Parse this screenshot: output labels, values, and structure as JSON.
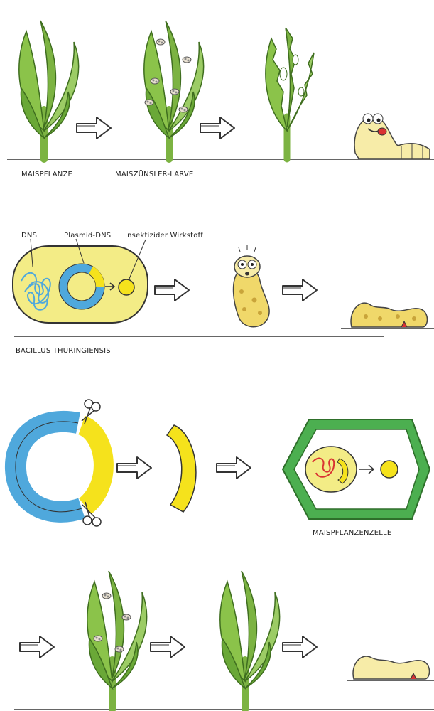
{
  "panel1": {
    "label_plant": "MAISPFLANZE",
    "label_larva": "MAISZÜNSLER-LARVE"
  },
  "panel2": {
    "label_dns": "DNS",
    "label_plasmid": "Plasmid-DNS",
    "label_toxin": "Insektizider Wirkstoff",
    "label_bacterium": "BACILLUS THURINGIENSIS"
  },
  "panel3": {
    "label_cell": "MAISPFLANZENZELLE"
  },
  "colors": {
    "leaf": "#7cb342",
    "leaf_dark": "#4e8a2a",
    "stem": "#8bc34a",
    "cell_fill": "#f3ec86",
    "plasmid_blue": "#4fa8dc",
    "gene_yellow": "#f5e21c",
    "larva": "#f7eca8",
    "red": "#d93232",
    "wall_green": "#3f9b37"
  }
}
